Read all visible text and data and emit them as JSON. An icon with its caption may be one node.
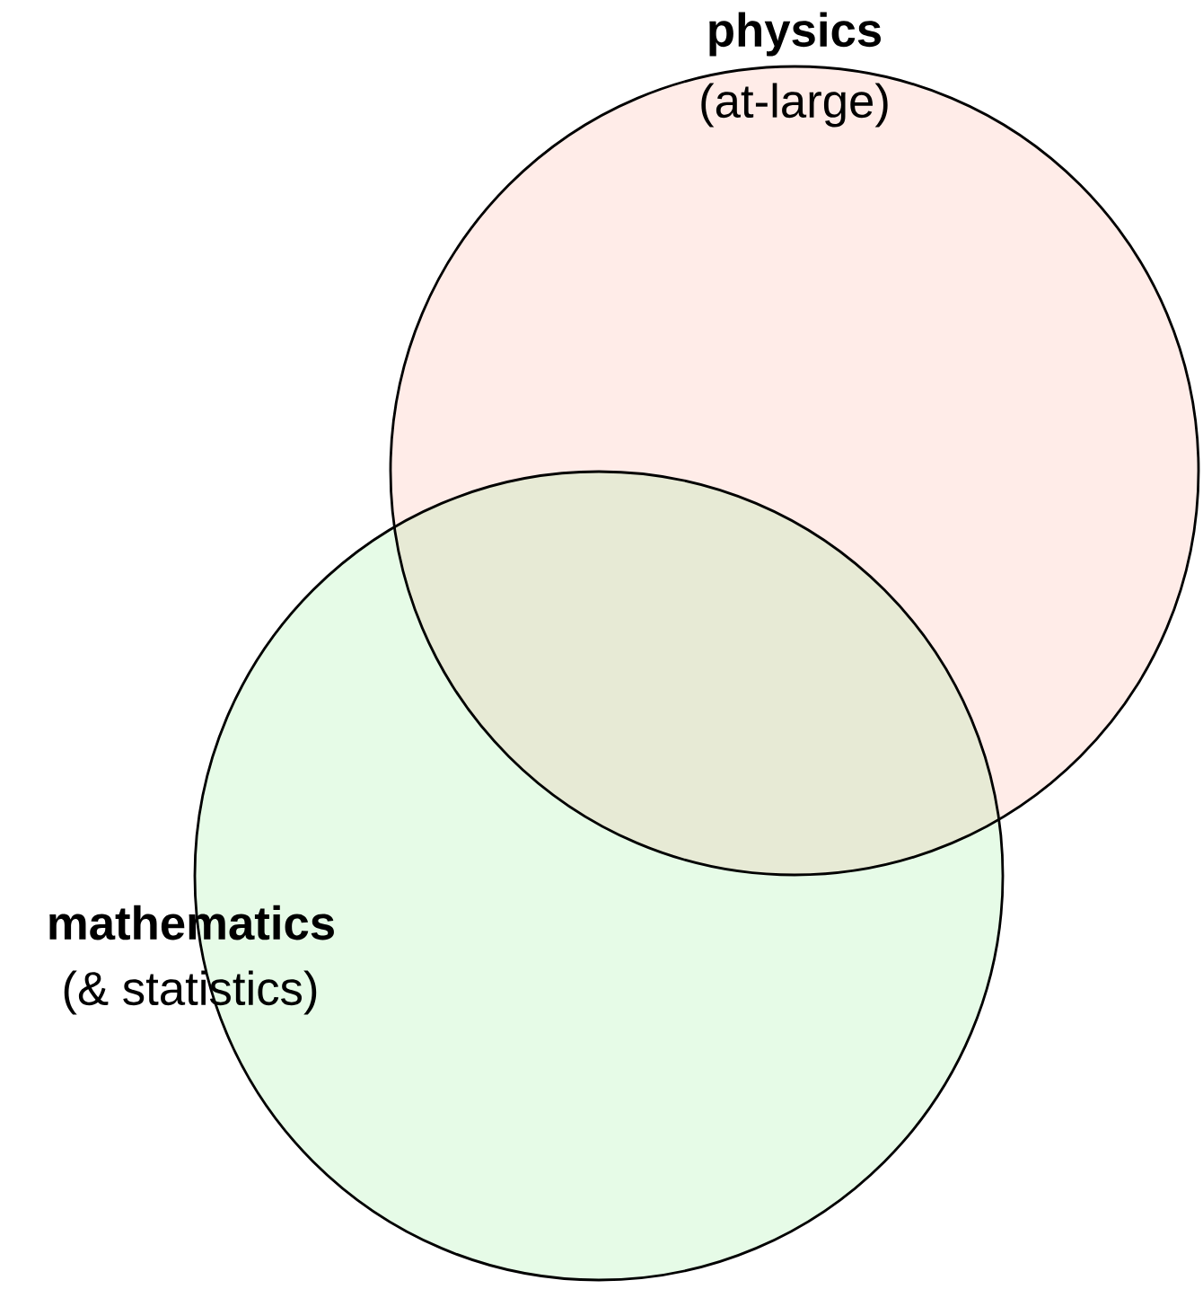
{
  "diagram": {
    "nodes": [
      {
        "text": [
          "physics",
          "(at-large)"
        ]
      },
      {
        "text": [
          "mathematics",
          "(& statistics)"
        ]
      }
    ]
  }
}
